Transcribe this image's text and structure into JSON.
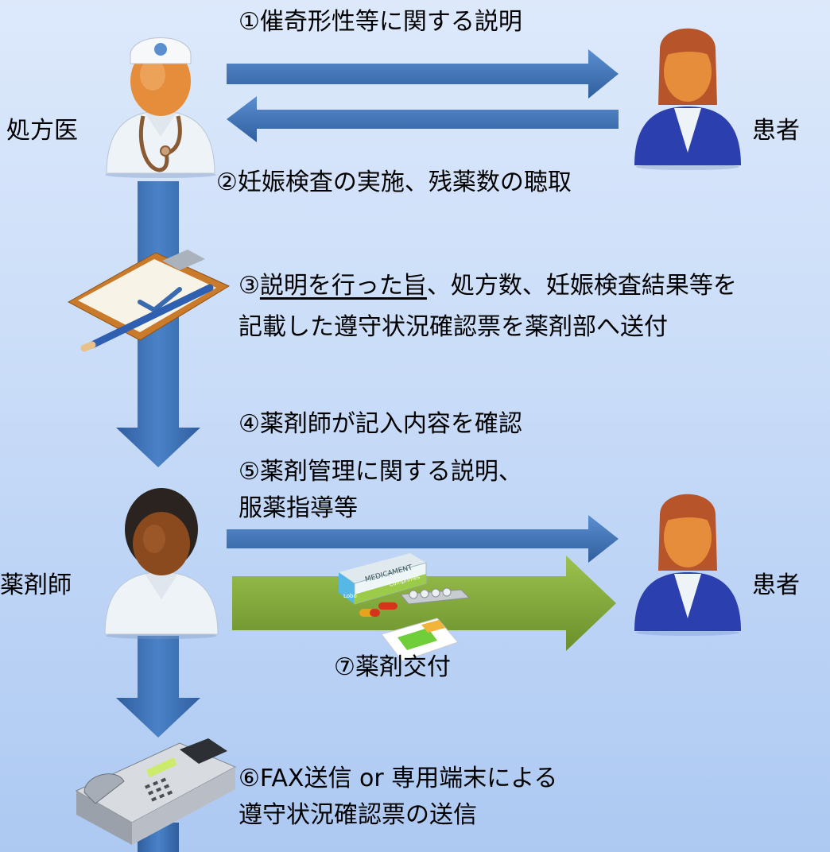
{
  "actors": {
    "doctor_label": "処方医",
    "patient_label_1": "患者",
    "pharmacist_label": "薬剤師",
    "patient_label_2": "患者"
  },
  "steps": {
    "step1": "①催奇形性等に関する説明",
    "step2": "②妊娠検査の実施、残薬数の聴取",
    "step3_prefix": "③",
    "step3_underlined": "説明を行った旨",
    "step3_rest": "、処方数、妊娠検査結果等を",
    "step3_line2": "記載した遵守状況確認票を薬剤部へ送付",
    "step4": "④薬剤師が記入内容を確認",
    "step5_line1": "⑤薬剤管理に関する説明、",
    "step5_line2": "服薬指導等",
    "step6_line1": "⑥FAX送信 or 専用端末による",
    "step6_line2": "遵守状況確認票の送信",
    "step7": "⑦薬剤交付"
  },
  "medicine_box": {
    "brand": "MEDICAMENT",
    "sub": "Comprimes",
    "tag": "Lobo"
  },
  "icons": [
    "doctor-icon",
    "patient-icon",
    "pharmacist-icon",
    "clipboard-icon",
    "medicine-icon",
    "fax-icon"
  ],
  "colors": {
    "arrow_blue": "#3c6fb3",
    "arrow_green": "#7fa33a",
    "background_top": "#dde9fb",
    "background_bottom": "#adc9f2"
  }
}
